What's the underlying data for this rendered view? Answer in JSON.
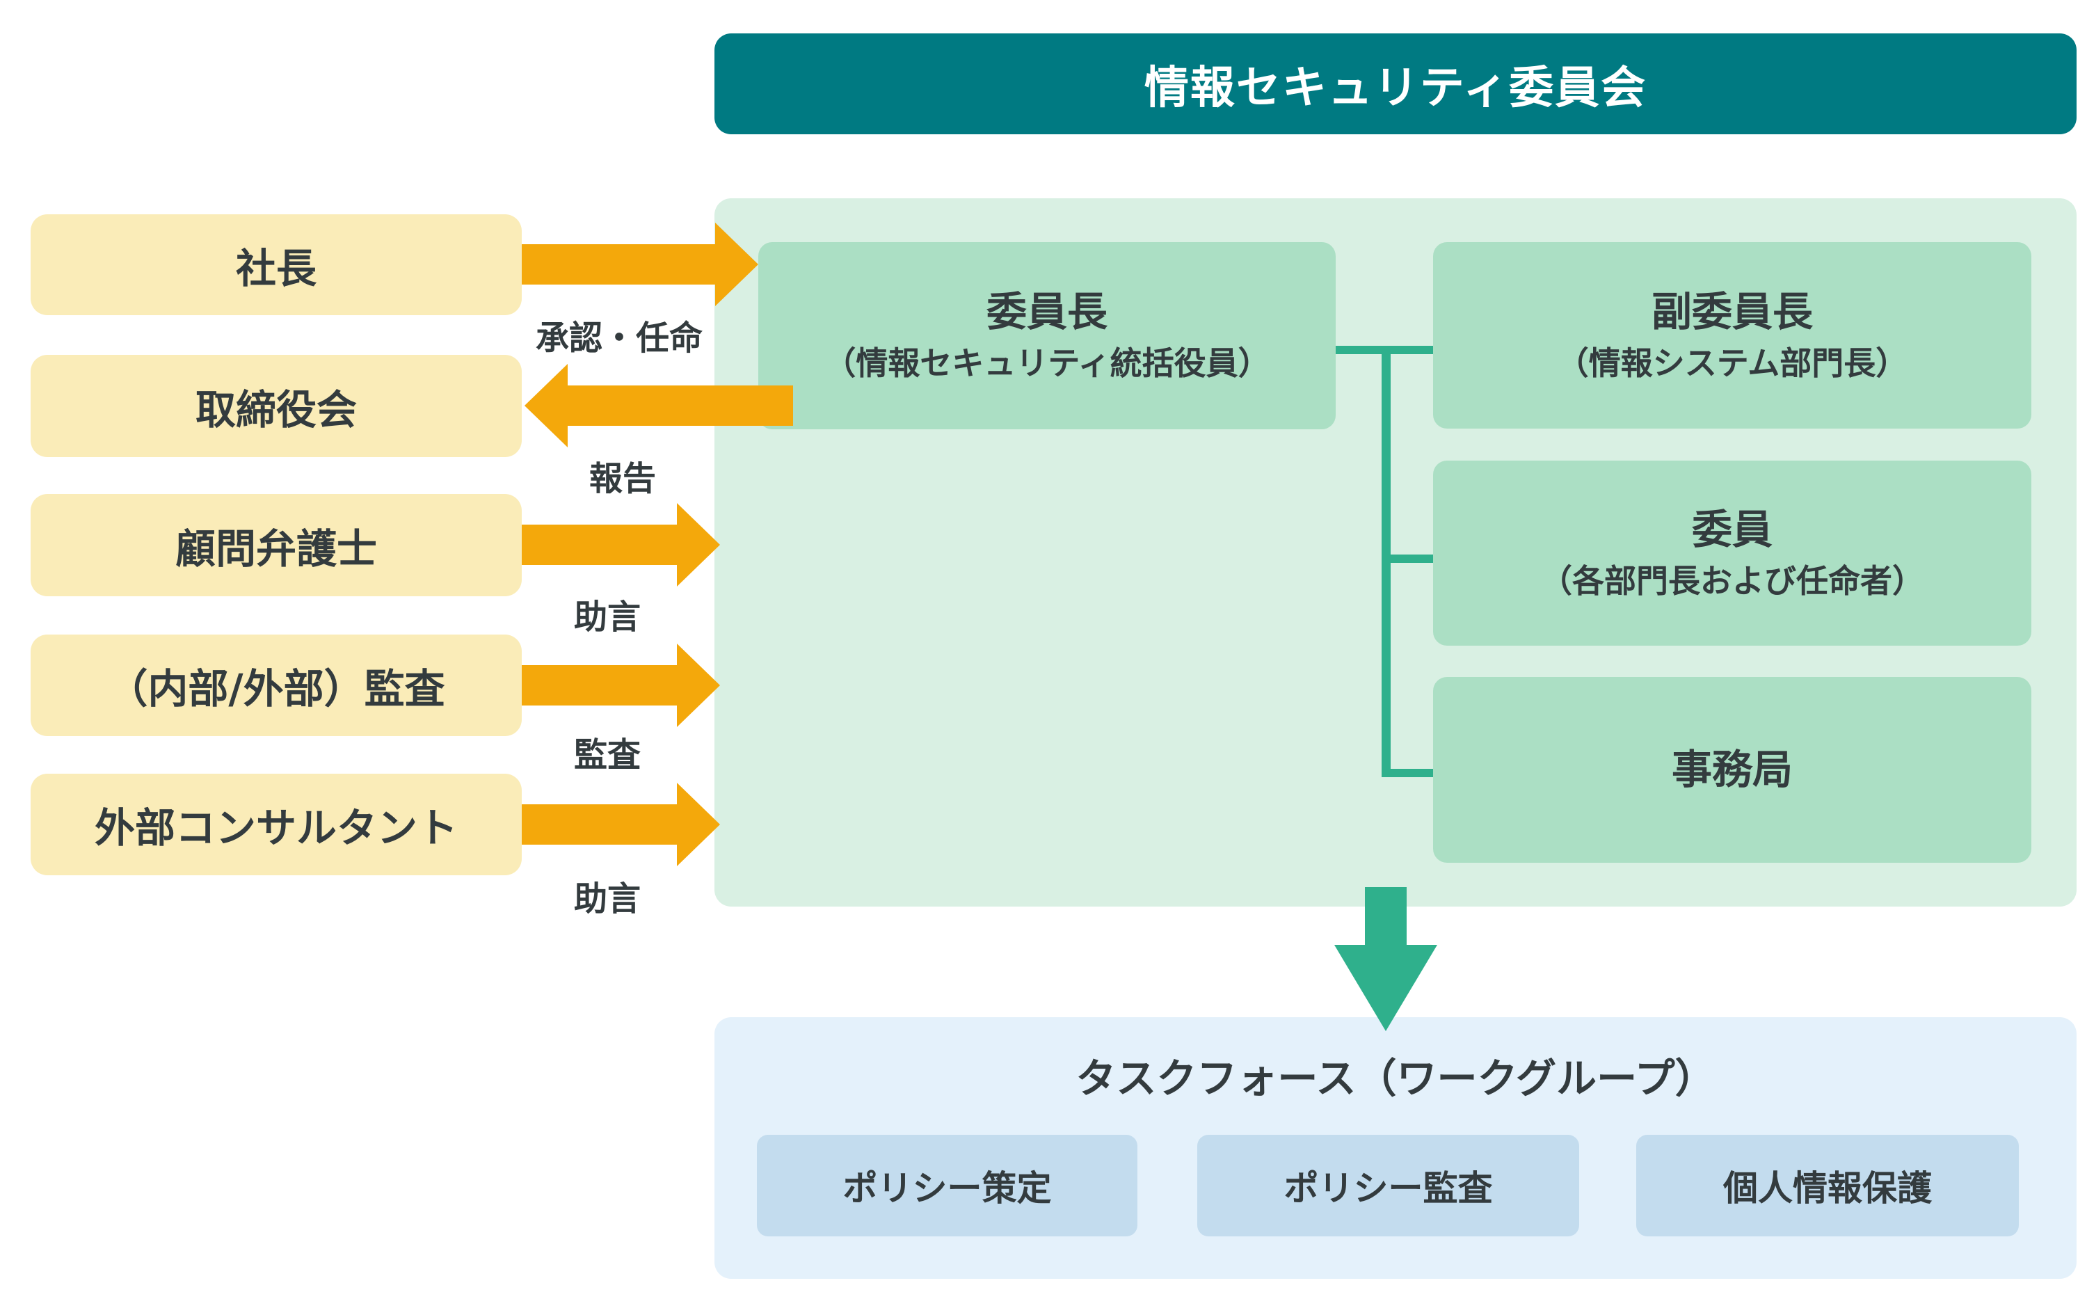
{
  "header": {
    "title": "情報セキュリティ委員会"
  },
  "colors": {
    "header_teal": "#007a82",
    "panel_green": "#d9f0e3",
    "box_green": "#abdfc4",
    "connector_teal": "#2fb08c",
    "external_yellow": "#faecb8",
    "arrow_orange": "#f4a80b",
    "panel_blue": "#e4f1fb",
    "box_blue": "#c3dcee",
    "text_dark": "#333b3e"
  },
  "left_column": {
    "boxes": [
      {
        "label": "社長"
      },
      {
        "label": "取締役会"
      },
      {
        "label": "顧問弁護士"
      },
      {
        "label": "（内部/外部）監査"
      },
      {
        "label": "外部コンサルタント"
      }
    ],
    "arrows": [
      {
        "label": "承認・任命",
        "direction": "right"
      },
      {
        "label": "報告",
        "direction": "left"
      },
      {
        "label": "助言",
        "direction": "right"
      },
      {
        "label": "監査",
        "direction": "right"
      },
      {
        "label": "助言",
        "direction": "right"
      }
    ]
  },
  "committee": {
    "chair": {
      "title": "委員長",
      "subtitle": "（情報セキュリティ統括役員）"
    },
    "vice_chair": {
      "title": "副委員長",
      "subtitle": "（情報システム部門長）"
    },
    "members": {
      "title": "委員",
      "subtitle": "（各部門長および任命者）"
    },
    "secretariat": {
      "title": "事務局"
    }
  },
  "taskforce": {
    "title": "タスクフォース（ワークグループ）",
    "groups": [
      {
        "label": "ポリシー策定"
      },
      {
        "label": "ポリシー監査"
      },
      {
        "label": "個人情報保護"
      }
    ]
  }
}
